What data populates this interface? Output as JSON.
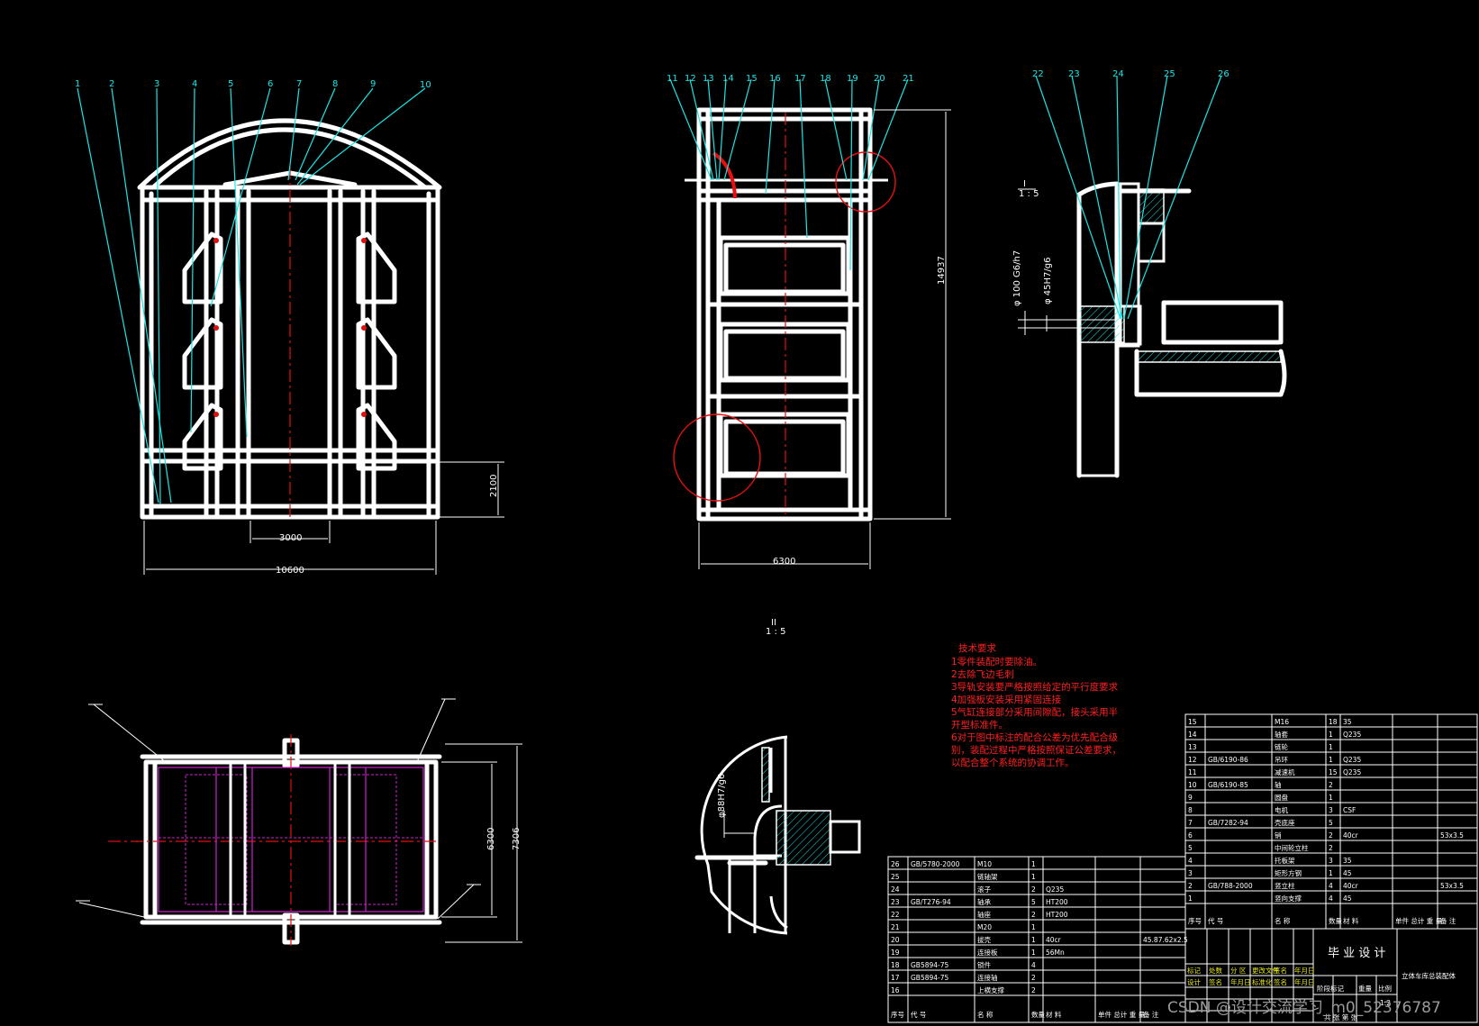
{
  "colors": {
    "background": "#000000",
    "geometry": "#ffffff",
    "leaders": "#19e6e6",
    "center_lines": "#e01010",
    "notes": "#ff2020",
    "hidden": "#d020d0",
    "title_yellow": "#e6e61a"
  },
  "front_view": {
    "leaders": [
      "1",
      "2",
      "3",
      "4",
      "5",
      "6",
      "7",
      "8",
      "9",
      "10"
    ],
    "dims": {
      "total_width": "10600",
      "opening": "3000",
      "height": "2100"
    }
  },
  "side_view": {
    "leaders": [
      "11",
      "12",
      "13",
      "14",
      "15",
      "16",
      "17",
      "18",
      "19",
      "20",
      "21"
    ],
    "dims": {
      "width": "6300",
      "height": "14937"
    }
  },
  "detail_i": {
    "leaders": [
      "22",
      "23",
      "24",
      "25",
      "26"
    ],
    "tag": "I",
    "scale": "1 : 5",
    "fits": [
      "φ 100 G6/h7",
      "φ 45H7/g6"
    ]
  },
  "detail_ii": {
    "tag": "II",
    "scale": "1 : 5",
    "fit": "φ88H7/g6"
  },
  "plan_view": {
    "dims": {
      "inner": "6300",
      "outer": "7306"
    }
  },
  "notes": {
    "title": "技术要求",
    "lines": [
      "1零件装配时要除油。",
      "2去除飞边毛刺",
      "3导轨安装要严格按照给定的平行度要求",
      "4加强板安装采用紧固连接",
      "5气缸连接部分采用间隙配，接头采用半",
      "开型标准件。",
      "6对于图中标注的配合公差为优先配合级",
      "别，装配过程中严格按照保证公差要求，",
      "以配合整个系统的协调工作。"
    ]
  },
  "bom_right": {
    "rows": [
      [
        "15",
        "",
        "M16",
        "18",
        "35",
        "",
        ""
      ],
      [
        "14",
        "",
        "轴套",
        "1",
        "Q235",
        "",
        ""
      ],
      [
        "13",
        "",
        "链轮",
        "1",
        "",
        "",
        ""
      ],
      [
        "12",
        "GB/6190-86",
        "吊环",
        "1",
        "Q235",
        "",
        ""
      ],
      [
        "11",
        "",
        "减速机",
        "15",
        "Q235",
        "",
        ""
      ],
      [
        "10",
        "GB/6190-85",
        "轴",
        "2",
        "",
        "",
        ""
      ],
      [
        "9",
        "",
        "圆盘",
        "1",
        "",
        "",
        ""
      ],
      [
        "8",
        "",
        "电机",
        "3",
        "CSF",
        "",
        ""
      ],
      [
        "7",
        "GB/7282-94",
        "壳底座",
        "5",
        "",
        "",
        ""
      ],
      [
        "6",
        "",
        "销",
        "2",
        "40cr",
        "",
        "53x3.5"
      ],
      [
        "5",
        "",
        "中间轮立柱",
        "2",
        "",
        "",
        ""
      ],
      [
        "4",
        "",
        "托板架",
        "3",
        "35",
        "",
        ""
      ],
      [
        "3",
        "",
        "矩形方钢",
        "1",
        "45",
        "",
        ""
      ],
      [
        "2",
        "GB/788-2000",
        "竖立柱",
        "4",
        "40cr",
        "",
        "53x3.5"
      ],
      [
        "1",
        "",
        "竖向支撑",
        "4",
        "45",
        "",
        ""
      ]
    ],
    "header": [
      "序号",
      "代 号",
      "名 称",
      "数量",
      "材 料",
      "单件 总计 重 量",
      "备 注"
    ]
  },
  "bom_left": {
    "rows": [
      [
        "26",
        "GB/5780-2000",
        "M10",
        "1",
        "",
        "",
        ""
      ],
      [
        "25",
        "",
        "链轴架",
        "1",
        "",
        "",
        ""
      ],
      [
        "24",
        "",
        "滚子",
        "2",
        "Q235",
        "",
        ""
      ],
      [
        "23",
        "GB/T276-94",
        "轴承",
        "5",
        "HT200",
        "",
        ""
      ],
      [
        "22",
        "",
        "轴座",
        "2",
        "HT200",
        "",
        ""
      ],
      [
        "21",
        "",
        "M20",
        "1",
        "",
        "",
        ""
      ],
      [
        "20",
        "",
        "拔壳",
        "1",
        "40cr",
        "",
        "45.87.62x2.5"
      ],
      [
        "19",
        "",
        "连接板",
        "1",
        "56Mn",
        "",
        ""
      ],
      [
        "18",
        "GB5894-75",
        "锁件",
        "4",
        "",
        "",
        ""
      ],
      [
        "17",
        "GB5894-75",
        "连接轴",
        "2",
        "",
        "",
        ""
      ],
      [
        "16",
        "",
        "上横支撑",
        "2",
        "",
        "",
        ""
      ]
    ],
    "header": [
      "序号",
      "代 号",
      "名 称",
      "数量",
      "材 料",
      "单件 总计 重 量",
      "备 注"
    ]
  },
  "title_block": {
    "project": "毕 业 设 计",
    "drawing_name": "立体车库总装配体",
    "scale": "1:2",
    "rev_row1": [
      "标记",
      "处数",
      "分 区",
      "更改文件",
      "签名",
      "年月日"
    ],
    "rev_row2": [
      "设计",
      "签名",
      "年月日",
      "标准化",
      "签名",
      "年月日"
    ],
    "stage_labels": [
      "阶段标记",
      "重量",
      "比例"
    ],
    "sheet_labels": [
      "共 张 第 张"
    ]
  },
  "watermark": "CSDN @设计交流学习_m0_52376787"
}
